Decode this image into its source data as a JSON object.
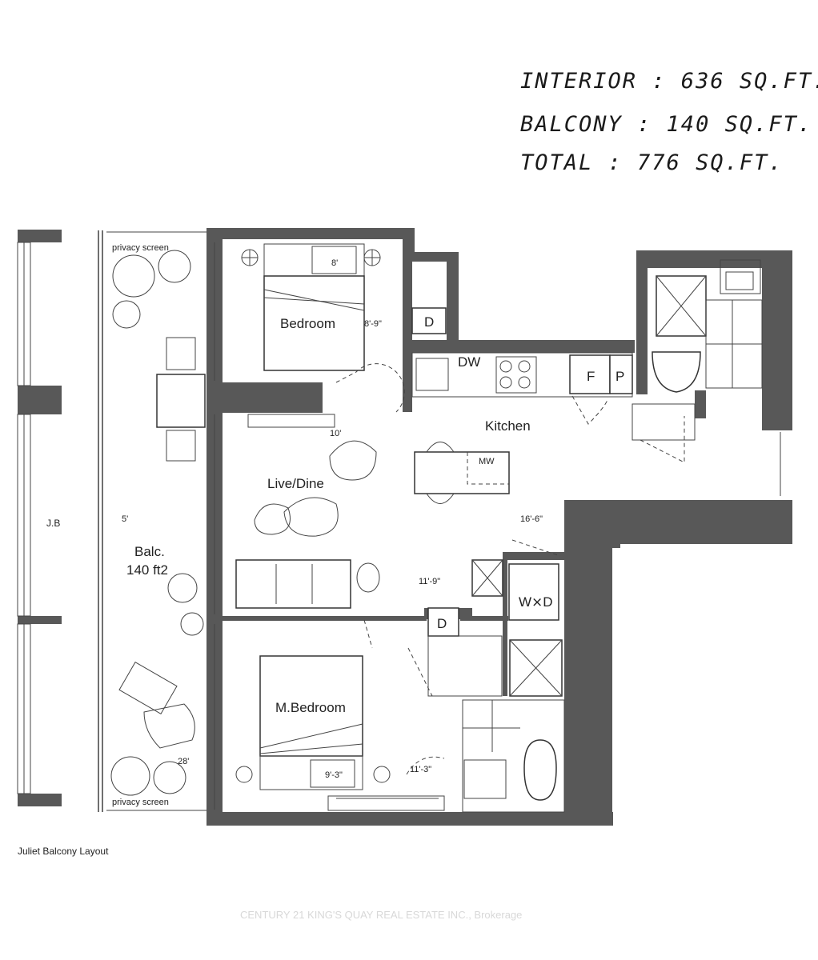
{
  "area_notes": {
    "interior": "INTERIOR : 636 SQ.FT.",
    "balcony": "BALCONY : 140 SQ.FT.",
    "total": "TOTAL : 776 SQ.FT."
  },
  "rooms": {
    "bedroom": "Bedroom",
    "live_dine": "Live/Dine",
    "kitchen": "Kitchen",
    "master_bedroom": "M.Bedroom",
    "balcony": "Balc.",
    "balcony_area": "140 ft2",
    "juliet_balcony": "J.B"
  },
  "dimensions": {
    "bedroom_width": "8'",
    "bedroom_depth": "8'-9\"",
    "live_width": "10'",
    "balcony_width": "5'",
    "kitchen_length": "16'-6\"",
    "live_depth": "11'-9\"",
    "balcony_length": "28'",
    "master_width": "9'-3\"",
    "master_depth": "11'-3\""
  },
  "fixtures": {
    "dryer_top": "D",
    "dishwasher": "DW",
    "fridge": "F",
    "pantry": "P",
    "microwave": "MW",
    "washer_dryer": "W⨯D",
    "dryer_bottom": "D",
    "privacy_screen_top": "privacy screen",
    "privacy_screen_bottom": "privacy screen"
  },
  "caption": "Juliet Balcony Layout",
  "watermark": "CENTURY 21 KING'S QUAY REAL ESTATE INC., Brokerage"
}
